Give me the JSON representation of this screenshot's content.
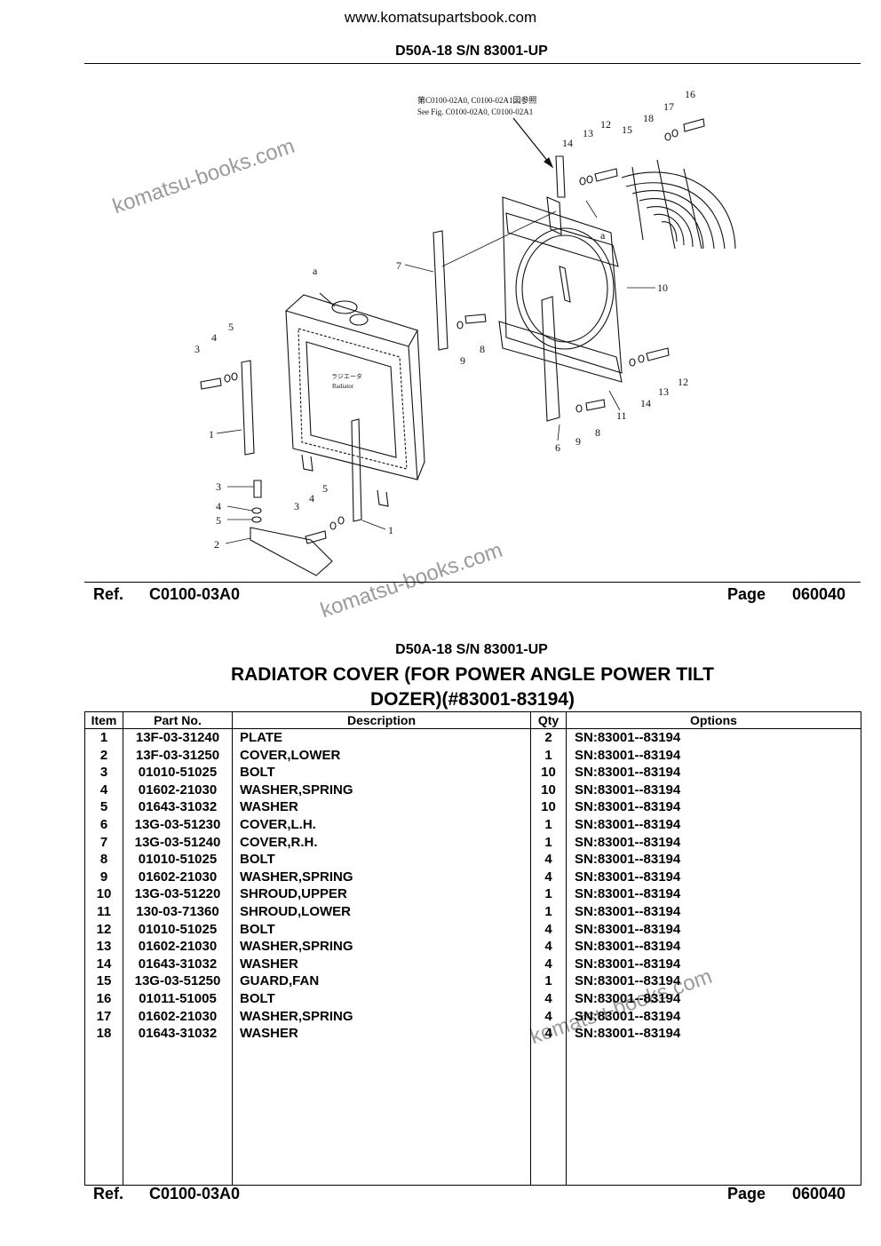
{
  "page": {
    "website": "www.komatsupartsbook.com",
    "model_header": "D50A-18 S/N 83001-UP",
    "watermark": "komatsu-books.com"
  },
  "diagram": {
    "reference_note_jp": "第C0100-02A0, C0100-02A1図参照",
    "reference_note_en": "See Fig. C0100-02A0, C0100-02A1",
    "radiator_label_jp": "ラジエータ",
    "radiator_label_en": "Radiator",
    "connector_label": "a",
    "callouts": [
      "1",
      "2",
      "3",
      "4",
      "5",
      "6",
      "7",
      "8",
      "9",
      "10",
      "11",
      "12",
      "13",
      "14",
      "15",
      "16",
      "17",
      "18"
    ]
  },
  "ref_bar": {
    "ref_label": "Ref.",
    "ref_code": "C0100-03A0",
    "page_label": "Page",
    "page_number": "060040"
  },
  "section": {
    "model_header": "D50A-18 S/N 83001-UP",
    "title_line1": "RADIATOR COVER (FOR POWER ANGLE POWER TILT",
    "title_line2": "DOZER)(#83001-83194)"
  },
  "table": {
    "headers": {
      "item": "Item",
      "part_no": "Part No.",
      "description": "Description",
      "qty": "Qty",
      "options": "Options"
    },
    "rows": [
      {
        "item": "1",
        "part_no": "13F-03-31240",
        "description": "PLATE",
        "qty": "2",
        "options": "SN:83001--83194"
      },
      {
        "item": "2",
        "part_no": "13F-03-31250",
        "description": "COVER,LOWER",
        "qty": "1",
        "options": "SN:83001--83194"
      },
      {
        "item": "3",
        "part_no": "01010-51025",
        "description": "BOLT",
        "qty": "10",
        "options": "SN:83001--83194"
      },
      {
        "item": "4",
        "part_no": "01602-21030",
        "description": "WASHER,SPRING",
        "qty": "10",
        "options": "SN:83001--83194"
      },
      {
        "item": "5",
        "part_no": "01643-31032",
        "description": "WASHER",
        "qty": "10",
        "options": "SN:83001--83194"
      },
      {
        "item": "6",
        "part_no": "13G-03-51230",
        "description": "COVER,L.H.",
        "qty": "1",
        "options": "SN:83001--83194"
      },
      {
        "item": "7",
        "part_no": "13G-03-51240",
        "description": "COVER,R.H.",
        "qty": "1",
        "options": "SN:83001--83194"
      },
      {
        "item": "8",
        "part_no": "01010-51025",
        "description": "BOLT",
        "qty": "4",
        "options": "SN:83001--83194"
      },
      {
        "item": "9",
        "part_no": "01602-21030",
        "description": "WASHER,SPRING",
        "qty": "4",
        "options": "SN:83001--83194"
      },
      {
        "item": "10",
        "part_no": "13G-03-51220",
        "description": "SHROUD,UPPER",
        "qty": "1",
        "options": "SN:83001--83194"
      },
      {
        "item": "11",
        "part_no": "130-03-71360",
        "description": "SHROUD,LOWER",
        "qty": "1",
        "options": "SN:83001--83194"
      },
      {
        "item": "12",
        "part_no": "01010-51025",
        "description": "BOLT",
        "qty": "4",
        "options": "SN:83001--83194"
      },
      {
        "item": "13",
        "part_no": "01602-21030",
        "description": "WASHER,SPRING",
        "qty": "4",
        "options": "SN:83001--83194"
      },
      {
        "item": "14",
        "part_no": "01643-31032",
        "description": "WASHER",
        "qty": "4",
        "options": "SN:83001--83194"
      },
      {
        "item": "15",
        "part_no": "13G-03-51250",
        "description": "GUARD,FAN",
        "qty": "1",
        "options": "SN:83001--83194"
      },
      {
        "item": "16",
        "part_no": "01011-51005",
        "description": "BOLT",
        "qty": "4",
        "options": "SN:83001--83194"
      },
      {
        "item": "17",
        "part_no": "01602-21030",
        "description": "WASHER,SPRING",
        "qty": "4",
        "options": "SN:83001--83194"
      },
      {
        "item": "18",
        "part_no": "01643-31032",
        "description": "WASHER",
        "qty": "4",
        "options": "SN:83001--83194"
      }
    ]
  }
}
